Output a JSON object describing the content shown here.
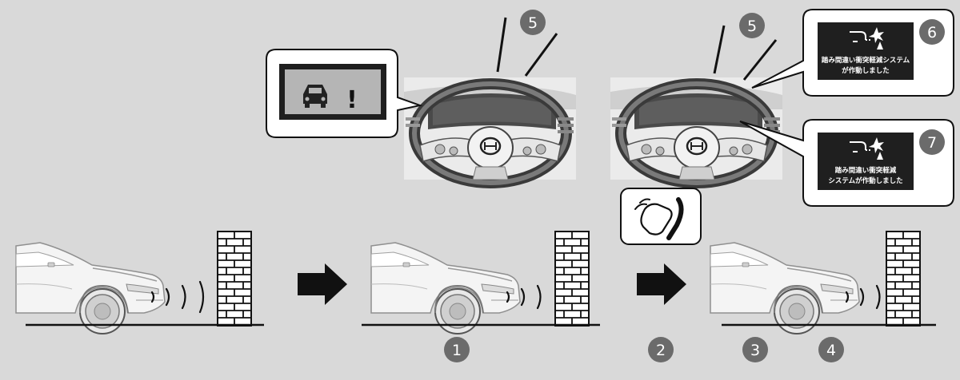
{
  "callouts": [
    "1",
    "2",
    "3",
    "4",
    "5",
    "5",
    "6",
    "7"
  ],
  "screen_messages": {
    "six": {
      "line1": "踏み間違い衝突軽減システム",
      "line2": "が作動しました"
    },
    "seven": {
      "line1": "踏み間違い衝突軽減",
      "line2": "システムが作動しました"
    }
  },
  "warning_display": {
    "exclamation": "!"
  },
  "colors": {
    "background": "#d9d9d9",
    "callout_circle": "#6b6b6b",
    "screen": "#1f1f1f",
    "arrow": "#111111",
    "car_body": "#f4f4f4"
  },
  "icons": [
    "car-warning-icon",
    "steering-wheel-icon",
    "brick-wall-icon",
    "sensor-wave-icon",
    "pedal-press-icon",
    "collision-mitigation-icon",
    "right-arrow-icon"
  ]
}
